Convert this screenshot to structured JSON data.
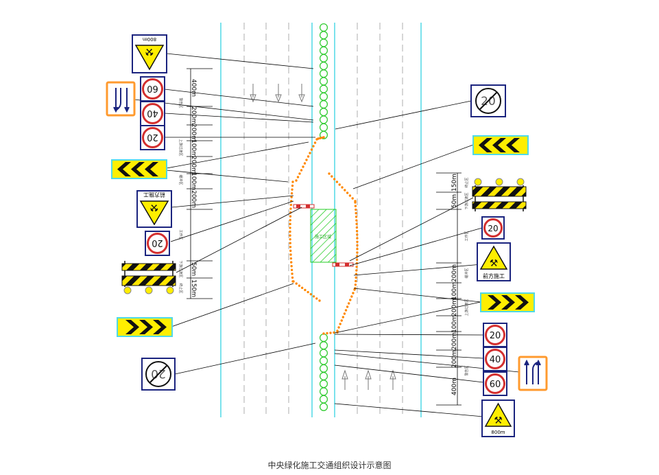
{
  "caption": "中央绿化施工交通组织设计示意图",
  "work_zone_label": "施工区域",
  "sign_texts": {
    "warning_800": "800m",
    "ahead_work": "前方施工",
    "limit_60": "60",
    "limit_40": "40",
    "limit_20": "20",
    "end_limit_20": "20"
  },
  "distances_left": [
    "400m",
    "200m",
    "200m",
    "100m",
    "200m",
    "100m",
    "200m",
    "50m",
    "150m"
  ],
  "distances_right": [
    "150m",
    "50m",
    "200m",
    "100m",
    "200m",
    "100m",
    "200m",
    "200m",
    "400m"
  ],
  "zone_labels": {
    "warning": "警告区",
    "upstream_transition": "上游过渡区",
    "buffer": "缓冲区",
    "work": "工作区",
    "downstream_transition": "下游过渡区",
    "termination": "终止区"
  },
  "colors": {
    "lane_line": "#4fd9e6",
    "median_circle": "#33cc33",
    "cone": "#ff8800",
    "work_zone": "#22cc22",
    "sign_border": "#1a237e",
    "limit_red": "#d32f2f",
    "warning_yellow": "#ffee00",
    "arrow_orange": "#ff9a2e"
  }
}
